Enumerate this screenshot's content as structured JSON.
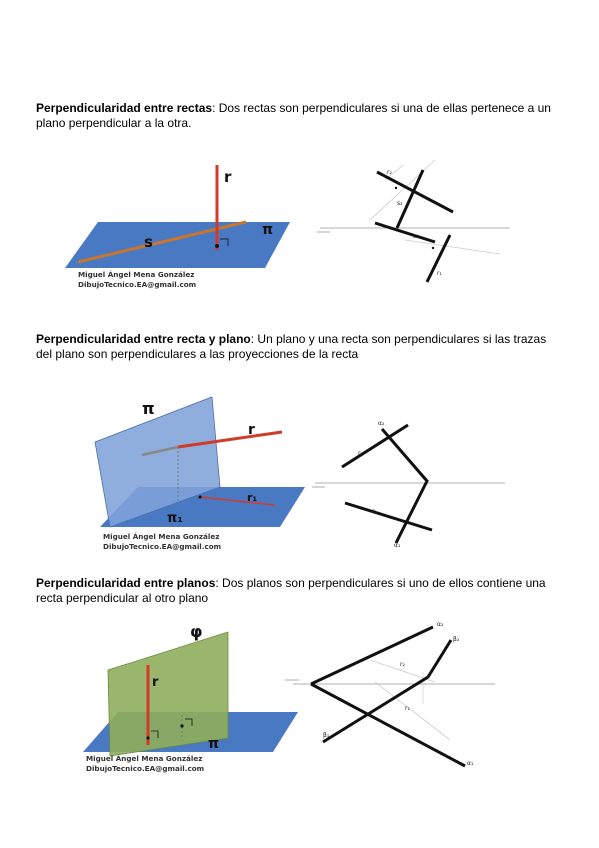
{
  "sections": [
    {
      "title": "Perpendicularidad entre rectas",
      "text": ": Dos rectas son perpendiculares si una de ellas pertenece a un plano perpendicular a la otra.",
      "fig3d": {
        "label_r": "r",
        "label_s": "s",
        "label_pi": "π"
      },
      "proj": {
        "r2": "r₂",
        "s2": "s₂",
        "s1": "s₁",
        "r1": "r₁"
      }
    },
    {
      "title": "Perpendicularidad entre recta y plano",
      "text": ": Un plano y una recta son perpendiculares si las trazas del plano son perpendiculares a las proyecciones de la recta",
      "fig3d": {
        "label_pi": "π",
        "label_r": "r",
        "label_r1": "r₁",
        "label_pi1": "π₁"
      },
      "proj": {
        "a2": "α₂",
        "r2": "r₂",
        "r1": "r₁",
        "a1": "α₁"
      }
    },
    {
      "title": "Perpendicularidad entre planos",
      "text": ": Dos planos son perpendiculares si uno de ellos contiene una recta perpendicular al otro plano",
      "fig3d": {
        "label_phi": "φ",
        "label_r": "r",
        "label_pi": "π"
      },
      "proj": {
        "a2": "α₂",
        "b2": "β₂",
        "r2": "r₂",
        "r1": "r₁",
        "b1": "β₁",
        "a1": "α₁"
      }
    }
  ],
  "credit": {
    "name": "Miguel Ángel Mena González",
    "email": "DibujoTecnico.EA@gmail.com"
  },
  "colors": {
    "plane_blue": "#4a79c4",
    "plane_light_blue": "#7fa2d8",
    "plane_green": "#8fae5c",
    "line_red": "#d23a2a",
    "segment_orange": "#c8762e"
  }
}
